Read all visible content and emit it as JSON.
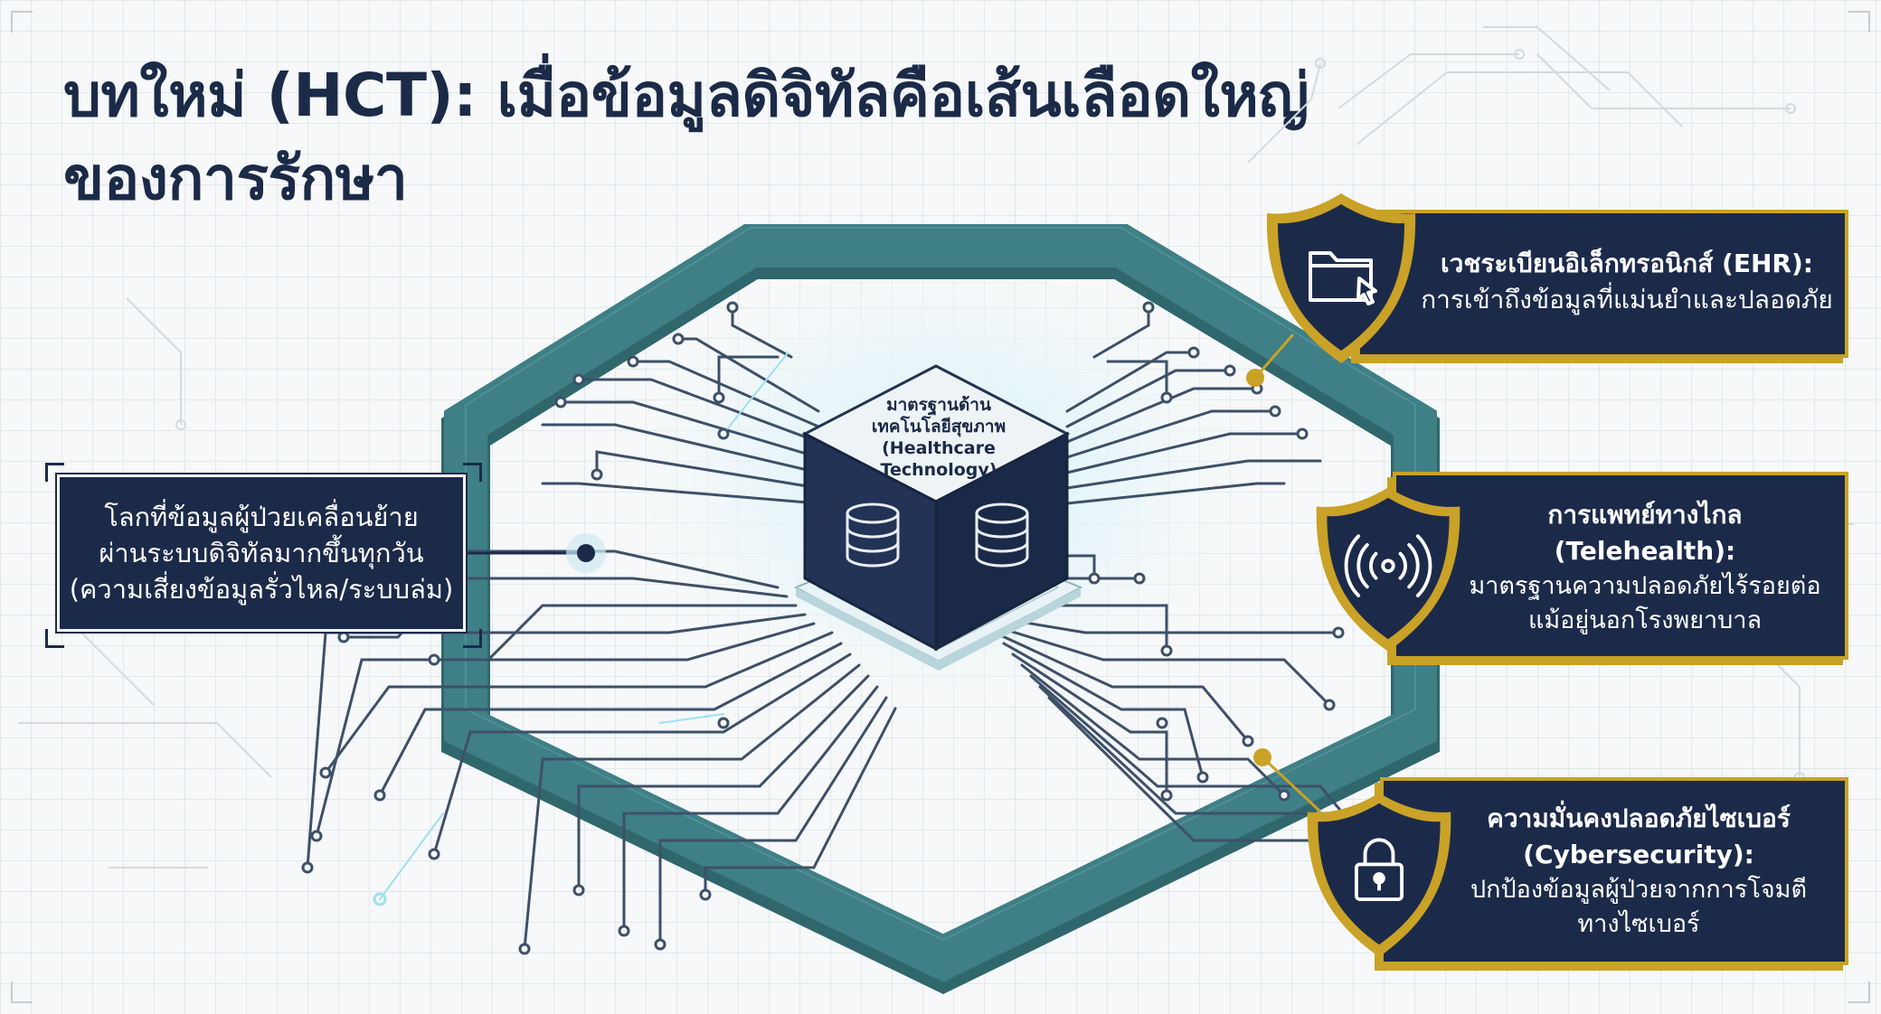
{
  "title": {
    "line1": "บทใหม่ (HCT): เมื่อข้อมูลดิจิทัลคือเส้นเลือดใหญ่",
    "line2": "ของการรักษา"
  },
  "center": {
    "line1": "มาตรฐานด้าน",
    "line2": "เทคโนโลยีสุขภาพ",
    "line3": "(Healthcare",
    "line4": "Technology)",
    "icon": "database-icon"
  },
  "left_box": {
    "line1": "โลกที่ข้อมูลผู้ป่วยเคลื่อนย้าย",
    "line2": "ผ่านระบบดิจิทัลมากขึ้นทุกวัน",
    "line3": "(ความเสี่ยงข้อมูลรั่วไหล/ระบบล่ม)"
  },
  "cards": [
    {
      "heading": "เวชระเบียนอิเล็กทรอนิกส์ (EHR):",
      "line1": "การเข้าถึงข้อมูลที่แม่นยำและปลอดภัย",
      "icon": "folder-cursor-icon"
    },
    {
      "heading": "การแพทย์ทางไกล",
      "heading2": "(Telehealth):",
      "line1": "มาตรฐานความปลอดภัยไร้รอยต่อ",
      "line2": "แม้อยู่นอกโรงพยาบาล",
      "icon": "wireless-signal-icon"
    },
    {
      "heading": "ความมั่นคงปลอดภัยไซเบอร์",
      "heading2": "(Cybersecurity):",
      "line1": "ปกป้องข้อมูลผู้ป่วยจากการโจมตี",
      "line2": "ทางไซเบอร์",
      "icon": "padlock-icon"
    }
  ],
  "colors": {
    "navy": "#1c2a4a",
    "teal": "#3f7f86",
    "gold": "#c9a227",
    "background": "#f6f8f9"
  }
}
